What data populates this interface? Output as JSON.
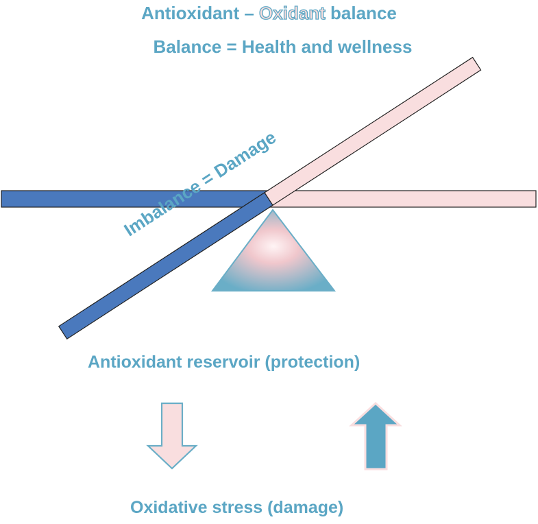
{
  "title": {
    "prefix": "Antioxidant – ",
    "highlight": "Oxidant",
    "suffix": " balance"
  },
  "subtitle": "Balance = Health and wellness",
  "imbalance_label": "Imbalance = Damage",
  "reservoir_label": "Antioxidant reservoir (protection)",
  "stress_label": "Oxidative stress (damage)",
  "colors": {
    "text": "#5ba6c4",
    "antioxidant_blue": "#4a79bd",
    "oxidant_pink": "#f9dedf",
    "fulcrum_edge": "#6aaec7",
    "fulcrum_center": "#fce4e6",
    "arrow_up_fill": "#5ba6c4",
    "arrow_down_fill": "#f9dedf"
  },
  "icons": {
    "down_arrow": "down-arrow-icon",
    "up_arrow": "up-arrow-icon"
  }
}
